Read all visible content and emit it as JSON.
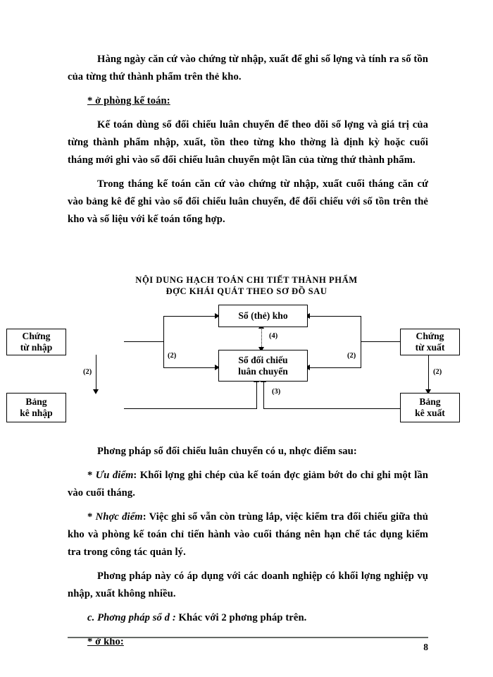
{
  "document": {
    "page_number": "8",
    "paragraphs": [
      {
        "id": "p1",
        "text": "Hàng ngày căn cứ vào chứng từ nhập, xuất để ghi số lợng   và tính ra số tồn của từng thứ thành phẩm trên thẻ kho."
      },
      {
        "id": "heading1",
        "text": "* ở phòng kế toán:"
      },
      {
        "id": "p2",
        "text": "Kế toán dùng sổ đối chiếu luân chuyển để theo dõi số lợng   và giá trị của từng thành phẩm nhập, xuất, tồn theo từng kho thờng   là định kỳ hoặc cuối tháng mới ghi vào sổ đối chiếu luân chuyển một lần của từng thứ thành phẩm."
      },
      {
        "id": "p3",
        "text": "Trong tháng kế toán căn cứ vào chứng từ nhập, xuất cuối tháng căn cứ vào bảng kê để ghi vào sổ đối chiếu luân chuyển, để đối chiếu với số tồn trên thẻ kho và số liệu với kế toán tổng hợp."
      },
      {
        "id": "p4",
        "text": "Phơng   pháp sổ đối chiếu luân chuyển có u,   nhợc   điểm sau:"
      },
      {
        "id": "p5_prefix",
        "text": "* "
      },
      {
        "id": "p5_italic",
        "text": "Ưu điểm"
      },
      {
        "id": "p5_rest",
        "text": ": Khối lợng   ghi chép của kế toán đợc   giảm bớt do chỉ ghi một lần vào cuối tháng."
      },
      {
        "id": "p6_prefix",
        "text": "* "
      },
      {
        "id": "p6_italic",
        "text": "Nhợc   điểm"
      },
      {
        "id": "p6_rest",
        "text": ": Việc ghi sổ vẫn còn trùng lắp, việc kiểm tra đối chiếu giữa thủ kho và phòng kế toán chỉ tiến hành vào cuối tháng nên hạn chế tác dụng kiểm tra trong công tác quản lý."
      },
      {
        "id": "p7",
        "text": "Phơng   pháp này có áp dụng với các doanh nghiệp có khối lợng   nghiệp vụ nhập, xuất không nhiều."
      },
      {
        "id": "p8_italic",
        "text": "c. Phơng   pháp sổ d :"
      },
      {
        "id": "p8_rest",
        "text": "  Khác với 2 phơng   pháp trên."
      },
      {
        "id": "heading2",
        "text": "* ở kho:"
      }
    ]
  },
  "diagram": {
    "title_line1": "NỘI DUNG HẠCH TOÁN CHI TIẾT THÀNH PHẨM",
    "title_line2": "ĐỢC   KHÁI QUÁT THEO SƠ ĐỒ SAU",
    "boxes": [
      {
        "id": "so-the-kho",
        "text": "Sổ (thẻ) kho"
      },
      {
        "id": "chung-tu-nhap",
        "text": "Chứng\ntừ nhập"
      },
      {
        "id": "chung-tu-xuat",
        "text": "Chứng\ntừ xuất"
      },
      {
        "id": "so-doi-chieu",
        "text": "Sổ đối chiếu\nluân chuyển"
      },
      {
        "id": "bang-ke-nhap",
        "text": "Bảng\nkê nhập"
      },
      {
        "id": "bang-ke-xuat",
        "text": "Bảng\nkê xuất"
      }
    ],
    "edge_labels": {
      "left_mid": "(2)",
      "left_down": "(2)",
      "right_mid": "(2)",
      "right_down": "(2)",
      "center_up": "(4)",
      "center_down": "(3)"
    }
  }
}
